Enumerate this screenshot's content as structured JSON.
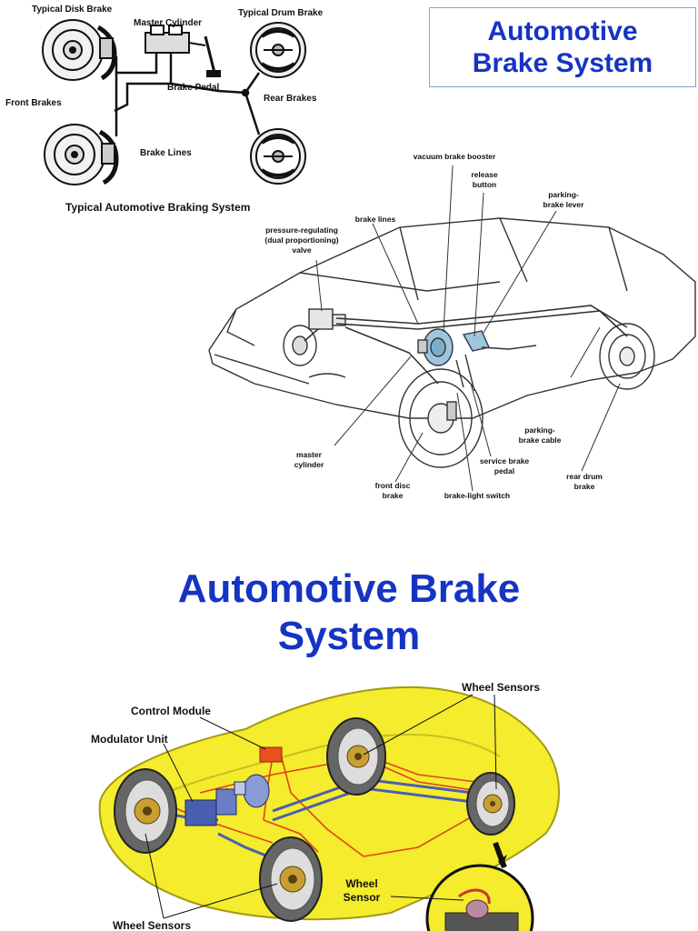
{
  "header": {
    "title_line1": "Automotive",
    "title_line2": "Brake System"
  },
  "diagram1": {
    "caption": "Typical Automotive Braking System",
    "labels": {
      "disk_brake": "Typical Disk Brake",
      "master_cylinder": "Master Cylinder",
      "drum_brake": "Typical Drum Brake",
      "brake_pedal": "Brake Pedal",
      "front_brakes": "Front Brakes",
      "rear_brakes": "Rear Brakes",
      "brake_lines": "Brake Lines"
    }
  },
  "diagram2": {
    "labels": {
      "vacuum_booster": "vacuum brake booster",
      "release_button_1": "release",
      "release_button_2": "button",
      "parking_lever_1": "parking-",
      "parking_lever_2": "brake lever",
      "brake_lines": "brake lines",
      "pressure_valve_1": "pressure-regulating",
      "pressure_valve_2": "(dual proportioning)",
      "pressure_valve_3": "valve",
      "parking_cable_1": "parking-",
      "parking_cable_2": "brake cable",
      "master_cylinder_1": "master",
      "master_cylinder_2": "cylinder",
      "service_pedal_1": "service brake",
      "service_pedal_2": "pedal",
      "rear_drum_1": "rear drum",
      "rear_drum_2": "brake",
      "front_disc_1": "front disc",
      "front_disc_2": "brake",
      "light_switch": "brake-light switch"
    }
  },
  "section_title": {
    "line1": "Automotive Brake",
    "line2": "System"
  },
  "diagram3": {
    "labels": {
      "control_module": "Control Module",
      "modulator_unit": "Modulator Unit",
      "wheel_sensors_top": "Wheel Sensors",
      "wheel_sensor_1": "Wheel",
      "wheel_sensor_2": "Sensor",
      "wheel_sensors_bottom": "Wheel Sensors"
    }
  },
  "colors": {
    "title_blue": "#1534c4",
    "car_yellow": "#f4ec2c",
    "brake_line_red": "#e0431d",
    "module_orange": "#e8501e",
    "modulator_blue": "#4a5fb0"
  }
}
